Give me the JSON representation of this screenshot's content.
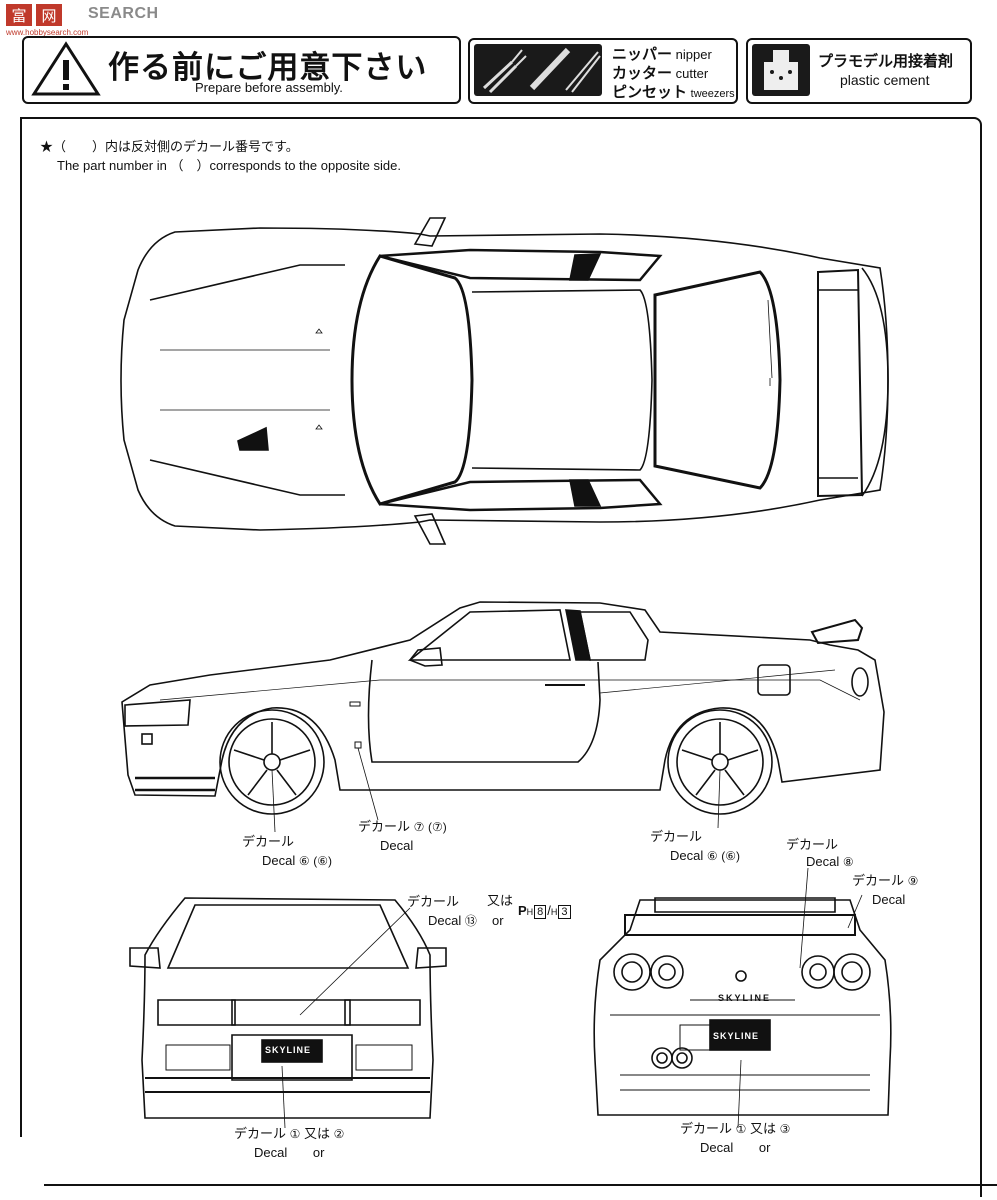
{
  "watermark": {
    "brand": "SEARCH",
    "url": "www.hobbysearch.com"
  },
  "header": {
    "warning_title": "作る前にご用意下さい",
    "warning_subtitle": "Prepare before assembly.",
    "tools": [
      {
        "jp": "ニッパー",
        "en": "nipper"
      },
      {
        "jp": "カッター",
        "en": "cutter"
      },
      {
        "jp": "ピンセット",
        "en": "tweezers"
      }
    ],
    "cement_jp": "プラモデル用接着剤",
    "cement_en": "plastic cement"
  },
  "notes": {
    "jp": "★（　　）内は反対側のデカール番号です。",
    "en": "The part number in （　）corresponds to the opposite side."
  },
  "callouts": {
    "decal_jp": "デカール",
    "decal_en": "Decal",
    "or_jp": "又は",
    "or_en": "or",
    "side_front_wheel": {
      "num": "⑥",
      "opp": "(⑥)"
    },
    "side_door": {
      "num": "⑦",
      "opp": "(⑦)"
    },
    "side_rear_wheel": {
      "num": "⑥",
      "opp": "(⑥)"
    },
    "rear_wing": {
      "num": "⑧"
    },
    "rear_side": {
      "num": "⑨"
    },
    "front_emblem": {
      "num": "⑬",
      "p_prefix": "P",
      "p_sub": "H",
      "p_num": "8",
      "h_prefix": "H",
      "h_num": "3"
    },
    "front_plate": {
      "num": "①",
      "alt": "②"
    },
    "rear_plate": {
      "num": "①",
      "alt": "③"
    }
  },
  "plates": {
    "front": "SKYLINE",
    "rear": "SKYLINE",
    "rear_badge": "SKYLINE"
  },
  "colors": {
    "ink": "#111111",
    "watermark_red": "#c0392b",
    "watermark_gray": "#8a8a8a"
  }
}
